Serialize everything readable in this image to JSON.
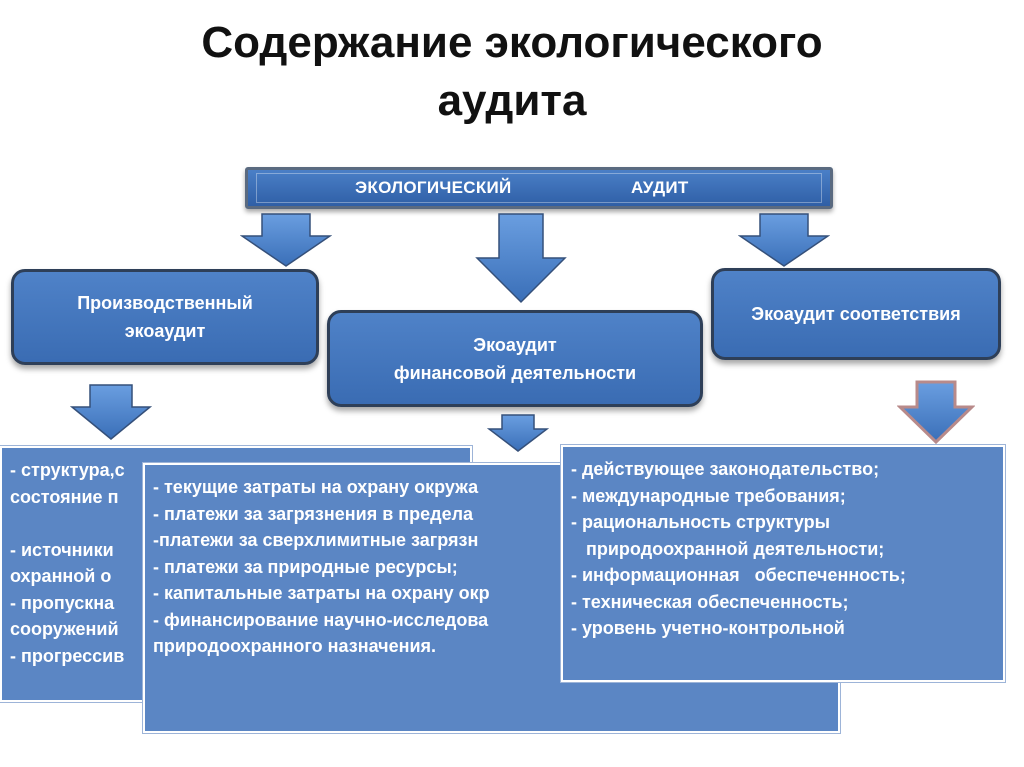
{
  "title": {
    "line1": "Содержание экологического",
    "line2": "аудита"
  },
  "top_bar": {
    "left": "ЭКОЛОГИЧЕСКИЙ",
    "right": "АУДИТ"
  },
  "nodes": {
    "production": [
      "Производственный",
      "экоаудит"
    ],
    "finance": [
      "Экоаудит",
      "финансовой деятельности"
    ],
    "compliance": [
      "Экоаудит соответствия"
    ]
  },
  "lists": {
    "production": [
      "- структура,с",
      "состояние    п",
      "",
      "- источники",
      "охранной  о",
      "- пропускна",
      "сооружений",
      "- прогрессив"
    ],
    "finance": [
      "- текущие затраты на охрану окружа",
      "- платежи за загрязнения в предела",
      "-платежи за сверхлимитные загрязн",
      "- платежи за природные ресурсы;",
      "- капитальные затраты на охрану окр",
      "- финансирование научно-исследова",
      "природоохранного назначения."
    ],
    "compliance": [
      "- действующее законодательство;",
      "- международные требования;",
      "- рациональность структуры",
      "   природоохранной деятельности;",
      "- информационная   обеспеченность;",
      "- техническая обеспеченность;",
      "- уровень учетно-контрольной"
    ]
  },
  "colors": {
    "box_fill": "#4a7fc7",
    "panel_fill": "#5b86c4",
    "arrow_fill": "#4f86cc",
    "border_dark": "#2e3f58"
  }
}
